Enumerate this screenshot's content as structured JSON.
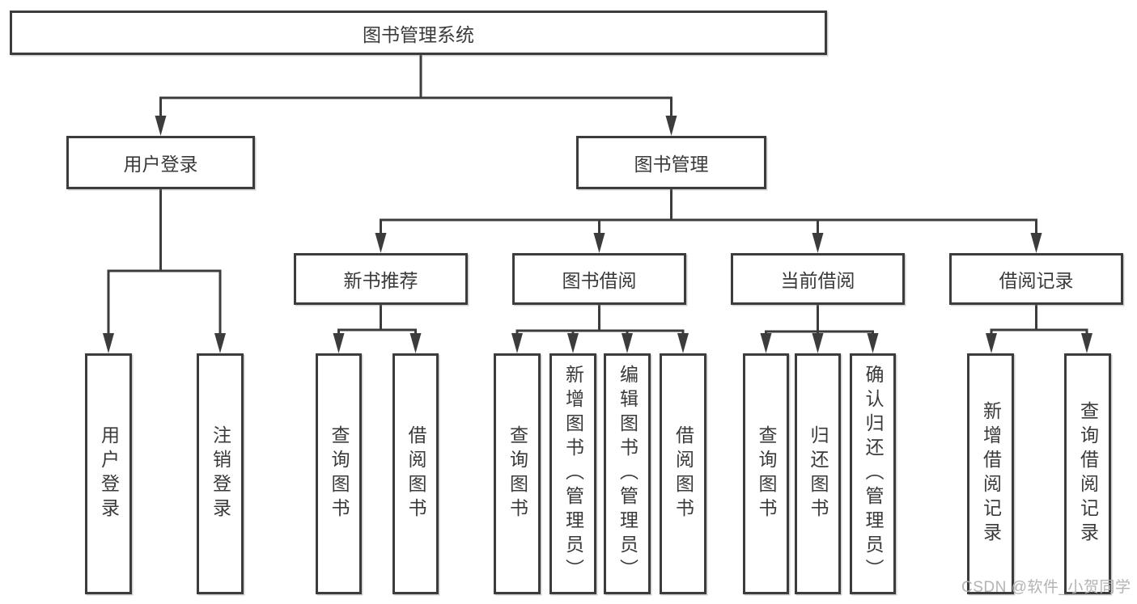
{
  "tree": {
    "label": "图书管理系统",
    "children": [
      {
        "label": "用户登录",
        "children": [
          {
            "label": "用户登录"
          },
          {
            "label": "注销登录"
          }
        ]
      },
      {
        "label": "图书管理",
        "children": [
          {
            "label": "新书推荐",
            "children": [
              {
                "label": "查询图书"
              },
              {
                "label": "借阅图书"
              }
            ]
          },
          {
            "label": "图书借阅",
            "children": [
              {
                "label": "查询图书"
              },
              {
                "label": "新增图书（管理员）"
              },
              {
                "label": "编辑图书（管理员）"
              },
              {
                "label": "借阅图书"
              }
            ]
          },
          {
            "label": "当前借阅",
            "children": [
              {
                "label": "查询图书"
              },
              {
                "label": "归还图书"
              },
              {
                "label": "确认归还（管理员）"
              }
            ]
          },
          {
            "label": "借阅记录",
            "children": [
              {
                "label": "新增借阅记录"
              },
              {
                "label": "查询借阅记录"
              }
            ]
          }
        ]
      }
    ]
  },
  "watermark": {
    "text": "CSDN @软件_小贺同学"
  },
  "colors": {
    "line": "#3c3c3c",
    "box_border": "#3c3c3c",
    "text": "#3a3a3a",
    "watermark": "#b3b3b3",
    "background": "#ffffff"
  }
}
